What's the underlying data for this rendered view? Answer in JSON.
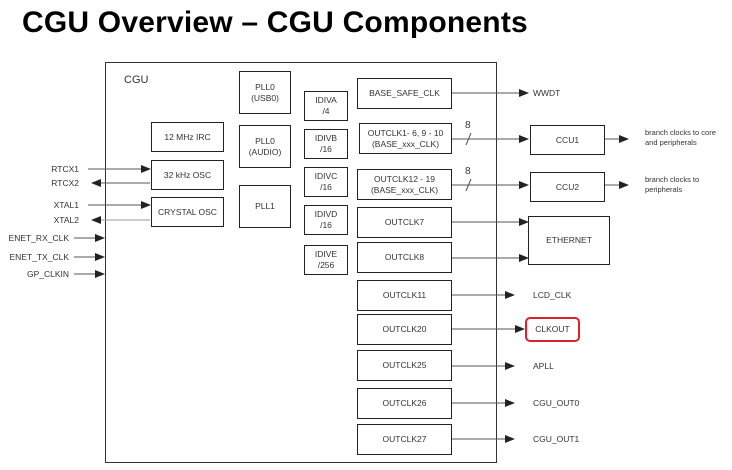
{
  "title": "CGU Overview – CGU Components",
  "cgu_label": "CGU",
  "colors": {
    "highlight": "#d9232d",
    "line": "#333333"
  },
  "inputs": [
    {
      "label": "RTCX1",
      "dir": "in"
    },
    {
      "label": "RTCX2",
      "dir": "out"
    },
    {
      "label": "XTAL1",
      "dir": "in"
    },
    {
      "label": "XTAL2",
      "dir": "out"
    },
    {
      "label": "ENET_RX_CLK",
      "dir": "in"
    },
    {
      "label": "ENET_TX_CLK",
      "dir": "in"
    },
    {
      "label": "GP_CLKIN",
      "dir": "in"
    }
  ],
  "sources": [
    {
      "label": "12 MHz IRC"
    },
    {
      "label": "32 kHz OSC"
    },
    {
      "label": "CRYSTAL OSC"
    }
  ],
  "plls": [
    {
      "label": "PLL0\n(USB0)"
    },
    {
      "label": "PLL0\n(AUDIO)"
    },
    {
      "label": "PLL1"
    }
  ],
  "dividers": [
    {
      "label": "IDIVA\n/4"
    },
    {
      "label": "IDIVB\n/16"
    },
    {
      "label": "IDIVC\n/16"
    },
    {
      "label": "IDIVD\n/16"
    },
    {
      "label": "IDIVE\n/256"
    }
  ],
  "outputs": [
    {
      "label": "BASE_SAFE_CLK"
    },
    {
      "label": "OUTCLK1- 6, 9 - 10\n(BASE_xxx_CLK)"
    },
    {
      "label": "OUTCLK12 - 19\n(BASE_xxx_CLK)"
    },
    {
      "label": "OUTCLK7"
    },
    {
      "label": "OUTCLK8"
    },
    {
      "label": "OUTCLK11"
    },
    {
      "label": "OUTCLK20"
    },
    {
      "label": "OUTCLK25"
    },
    {
      "label": "OUTCLK26"
    },
    {
      "label": "OUTCLK27"
    }
  ],
  "bus_width": "8",
  "destinations": {
    "wwdt": "WWDT",
    "ccu1": "CCU1",
    "ccu2": "CCU2",
    "ethernet": "ETHERNET",
    "lcd_clk": "LCD_CLK",
    "clkout": "CLKOUT",
    "apll": "APLL",
    "cgu_out0": "CGU_OUT0",
    "cgu_out1": "CGU_OUT1",
    "ccu1_note": "branch clocks to core\nand peripherals",
    "ccu2_note": "branch clocks to\nperipherals"
  }
}
